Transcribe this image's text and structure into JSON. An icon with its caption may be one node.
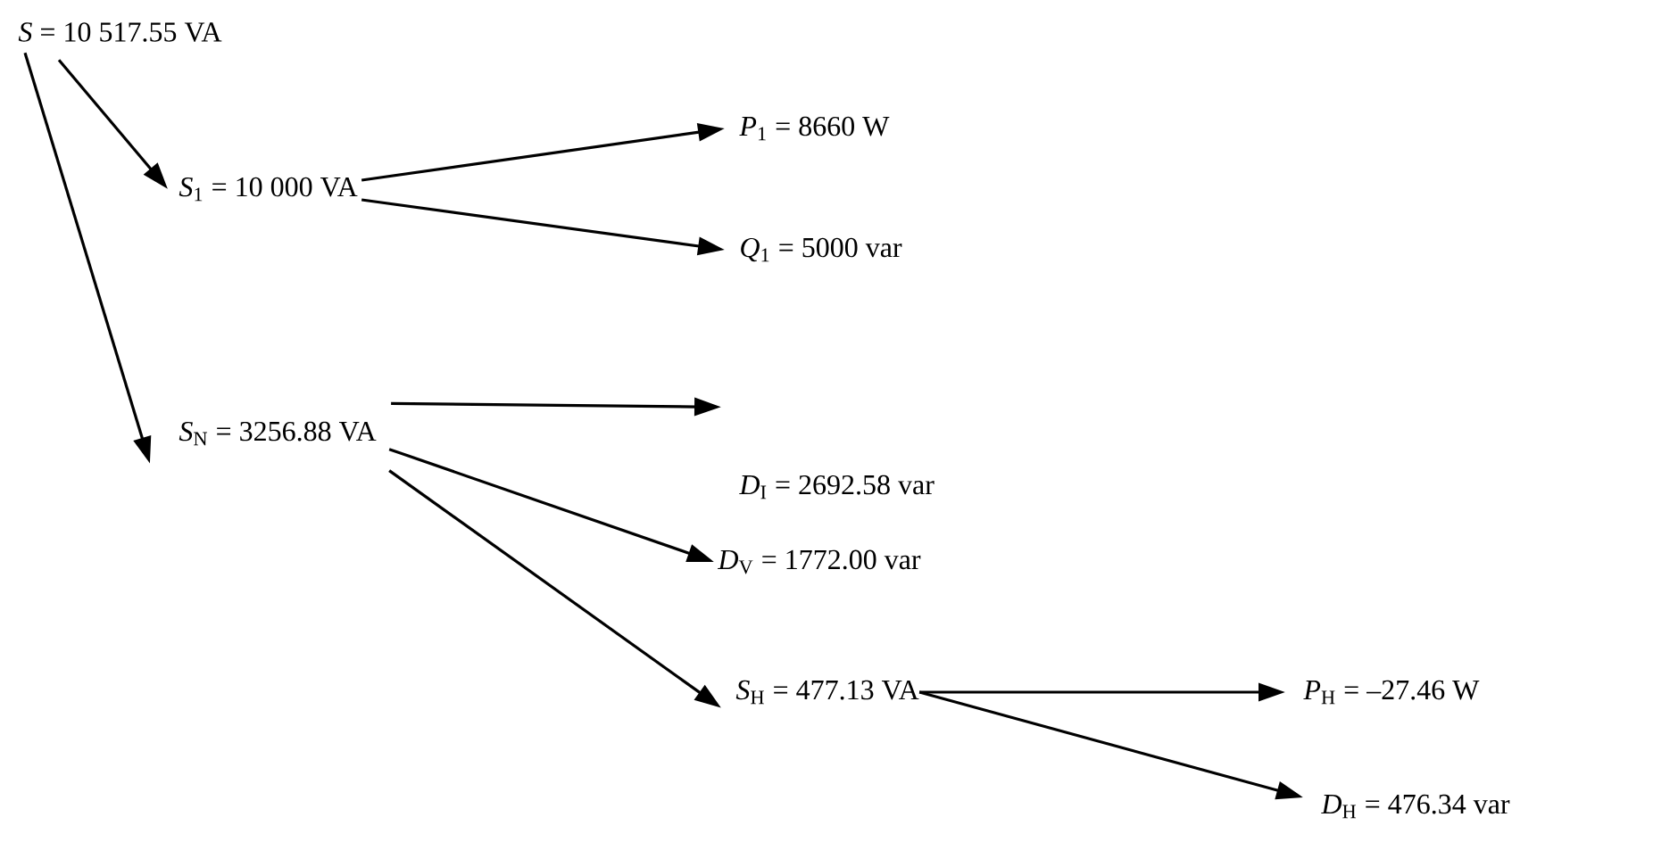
{
  "diagram": {
    "nodes": [
      {
        "text": [
          "*S* = 10 517.55 VA"
        ]
      },
      {
        "text": [
          "*S*$_{1}$ = 10 000 VA"
        ]
      },
      {
        "text": [
          "*P*$_{1}$ = 8660 W"
        ]
      },
      {
        "text": [
          "*Q*$_{1}$ = 5000 var"
        ]
      },
      {
        "text": [
          "*S*$_{N}$ = 3256.88 VA"
        ]
      },
      {
        "text": [
          "*D*$_{I}$ = 2692.58 var"
        ]
      },
      {
        "text": [
          "*D*$_{V}$ = 1772.00 var"
        ]
      },
      {
        "text": [
          "*S*$_{H}$ = 477.13 VA"
        ]
      },
      {
        "text": [
          "*P*$_{H}$ = –27.46 W"
        ]
      },
      {
        "text": [
          "*D*$_{H}$ = 476.34 var"
        ]
      }
    ],
    "edges": [
      {
        "from": 0,
        "to": 1,
        "arrow": "to"
      },
      {
        "from": 0,
        "to": 4,
        "arrow": "to"
      },
      {
        "from": 1,
        "to": 2,
        "arrow": "to"
      },
      {
        "from": 1,
        "to": 3,
        "arrow": "to"
      },
      {
        "from": 4,
        "to": 5,
        "arrow": "to"
      },
      {
        "from": 4,
        "to": 6,
        "arrow": "to"
      },
      {
        "from": 4,
        "to": 7,
        "arrow": "to"
      },
      {
        "from": 7,
        "to": 8,
        "arrow": "to"
      },
      {
        "from": 7,
        "to": 9,
        "arrow": "to"
      }
    ]
  }
}
